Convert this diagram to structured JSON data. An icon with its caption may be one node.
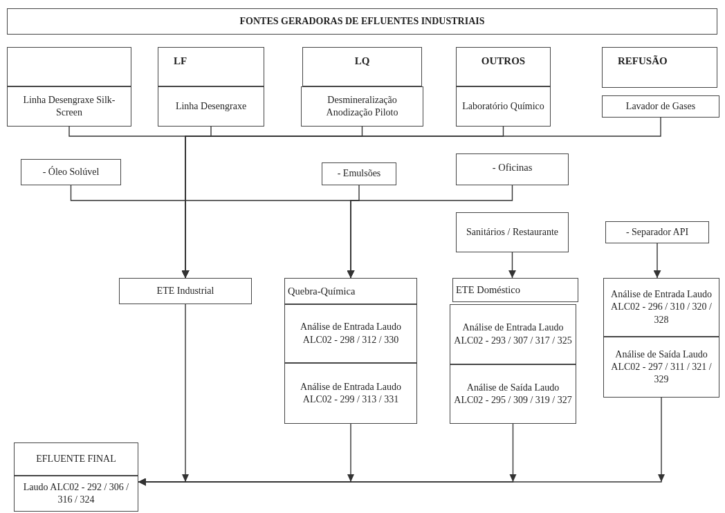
{
  "diagram": {
    "nodes": [
      {
        "text": [
          "FONTES GERADORAS DE EFLUENTES INDUSTRIAIS"
        ]
      },
      {
        "text": [],
        "shape": "box"
      },
      {
        "text": [
          "Linha Desengraxe Silk-Screen"
        ]
      },
      {
        "text": [
          "LF"
        ]
      },
      {
        "text": [
          "Linha Desengraxe"
        ]
      },
      {
        "text": [
          "LQ"
        ]
      },
      {
        "text": [
          "Desmineralização Anodização Piloto"
        ]
      },
      {
        "text": [
          "OUTROS"
        ]
      },
      {
        "text": [
          "Laboratório Químico"
        ]
      },
      {
        "text": [
          "REFUSÃO"
        ]
      },
      {
        "text": [
          "Lavador de Gases"
        ]
      },
      {
        "text": [
          "- Óleo Solúvel"
        ]
      },
      {
        "text": [
          "- Emulsões"
        ]
      },
      {
        "text": [
          "- Oficinas"
        ]
      },
      {
        "text": [
          "Sanitários / Restaurante"
        ]
      },
      {
        "text": [
          "- Separador API"
        ]
      },
      {
        "text": [
          "ETE Industrial"
        ]
      },
      {
        "text": [
          "Quebra-Química"
        ]
      },
      {
        "text": [
          "Análise de Entrada Laudo ALC02 - 298 / 312 / 330"
        ]
      },
      {
        "text": [
          "Análise de Entrada Laudo ALC02 - 299 / 313 / 331"
        ]
      },
      {
        "text": [
          "ETE Doméstico"
        ]
      },
      {
        "text": [
          "Análise de Entrada Laudo ALC02 - 293 / 307 / 317 / 325"
        ]
      },
      {
        "text": [
          "Análise de Saída Laudo ALC02 - 295 / 309 / 319 / 327"
        ]
      },
      {
        "text": [
          "Análise de Entrada Laudo ALC02 - 296 / 310 / 320 / 328"
        ]
      },
      {
        "text": [
          "Análise de Saída Laudo ALC02 - 297 / 311 / 321 / 329"
        ]
      },
      {
        "text": [
          "EFLUENTE FINAL"
        ]
      },
      {
        "text": [
          "Laudo ALC02 - 292 / 306 / 316 / 324"
        ]
      }
    ],
    "edges": [
      {
        "from": 2,
        "to": 16,
        "arrow": "to"
      },
      {
        "from": 4,
        "to": 16,
        "arrow": "to"
      },
      {
        "from": 6,
        "to": 16,
        "arrow": "to"
      },
      {
        "from": 8,
        "to": 16,
        "arrow": "to"
      },
      {
        "from": 10,
        "to": 16,
        "arrow": "to"
      },
      {
        "from": 11,
        "to": 17,
        "arrow": "to"
      },
      {
        "from": 12,
        "to": 17,
        "arrow": "to"
      },
      {
        "from": 13,
        "to": 17,
        "arrow": "to"
      },
      {
        "from": 14,
        "to": 20,
        "arrow": "to"
      },
      {
        "from": 15,
        "to": 23,
        "arrow": "to"
      },
      {
        "from": 16,
        "to": 26,
        "arrow": "to"
      },
      {
        "from": 19,
        "to": 26,
        "arrow": "to"
      },
      {
        "from": 22,
        "to": 26,
        "arrow": "to"
      },
      {
        "from": 24,
        "to": 26,
        "arrow": "to"
      }
    ]
  }
}
